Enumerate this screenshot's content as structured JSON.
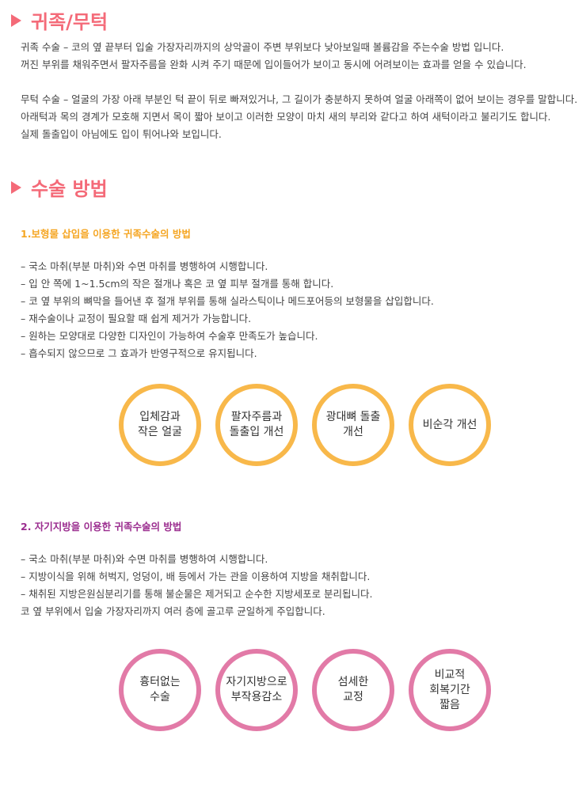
{
  "colors": {
    "accent": "#f46a78",
    "heading1": "#f5a623",
    "heading2": "#9b2d8f",
    "circle_orange": "#f8b84a",
    "circle_pink": "#e27aa7"
  },
  "section1": {
    "title": "귀족/무턱",
    "paragraph1": [
      "귀족 수술 – 코의 옆 끝부터  입술 가장자리까지의 상악골이 주변 부위보다 낮아보일때 볼륨감을 주는수술 방법 입니다.",
      "꺼진 부위를 채워주면서 팔자주름을 완화 시켜 주기 때문에 입이들어가 보이고 동시에 어려보이는 효과를 얻을 수 있습니다."
    ],
    "paragraph2": [
      "무턱 수술 – 얼굴의 가장 아래 부분인 턱 끝이 뒤로 빠져있거나, 그 길이가 충분하지 못하여 얼굴 아래쪽이 없어 보이는 경우를  말합니다.",
      "아래턱과 목의 경계가 모호해 지면서 목이 짧아 보이고 이러한 모양이 마치 새의 부리와 같다고 하여 새턱이라고 불리기도 합니다.",
      "실제 돌출입이 아님에도 입이 튀어나와 보입니다."
    ]
  },
  "section2": {
    "title": "수술 방법",
    "method1": {
      "heading": "1.보형물 삽입을 이용한 귀족수술의 방법",
      "items": [
        "– 국소 마취(부분 마취)와 수면 마취를 병행하여 시행합니다.",
        "– 입 안 쪽에 1~1.5cm의 작은 절개나 혹은 코 옆 피부 절개를 통해 합니다.",
        "– 코 옆 부위의 뼈막을 들어낸 후 절개 부위를 통해 실라스틱이나 메드포어등의 보형물을 삽입합니다.",
        "– 재수술이나 교정이 필요할 때 쉽게 제거가 가능합니다.",
        "– 원하는 모양대로 다양한 디자인이 가능하여 수술후 만족도가 높습니다.",
        "– 흡수되지 않으므로 그 효과가 반영구적으로 유지됩니다."
      ],
      "circles": [
        [
          "입체감과",
          "작은 얼굴"
        ],
        [
          "팔자주름과",
          "돌출입 개선"
        ],
        [
          "광대뼈 돌출",
          "개선"
        ],
        [
          "비순각 개선"
        ]
      ]
    },
    "method2": {
      "heading": "2. 자기지방을 이용한 귀족수술의 방법",
      "items": [
        "– 국소 마취(부분 마취)와 수면 마취를 병행하여 시행합니다.",
        "– 지방이식을 위해 허벅지, 엉덩이, 배 등에서 가는 관을 이용하여 지방을 채취합니다.",
        "– 채취된 지방은원심분리기를 통해 불순물은 제거되고 순수한 지방세포로 분리됩니다.",
        "코 옆 부위에서 입술 가장자리까지 여러 층에 골고루 균일하게 주입합니다."
      ],
      "circles": [
        [
          "흉터없는",
          "수술"
        ],
        [
          "자기지방으로",
          "부작용감소"
        ],
        [
          "섬세한",
          "교정"
        ],
        [
          "비교적",
          "회복기간",
          "짧음"
        ]
      ]
    }
  }
}
